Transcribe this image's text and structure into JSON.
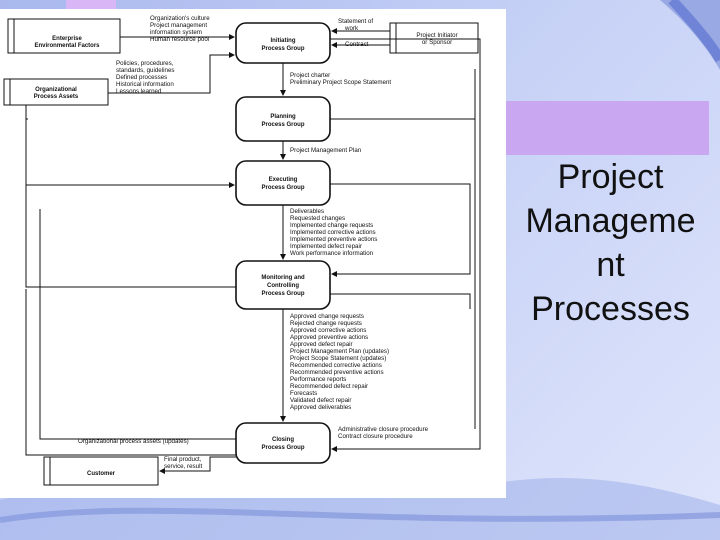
{
  "slide": {
    "title_lines": [
      "Project",
      "Manageme",
      "nt",
      "Processes"
    ]
  },
  "colors": {
    "background": "#c6d1f6",
    "accent_bar": "#c9a7f1",
    "diagram_bg": "#ffffff",
    "ink": "#111111"
  },
  "diagram": {
    "process_groups": {
      "initiating": [
        "Initiating",
        "Process Group"
      ],
      "planning": [
        "Planning",
        "Process Group"
      ],
      "executing": [
        "Executing",
        "Process Group"
      ],
      "monitoring": [
        "Monitoring and",
        "Controlling",
        "Process Group"
      ],
      "closing": [
        "Closing",
        "Process Group"
      ]
    },
    "external": {
      "enterprise": [
        "Enterprise",
        "Environmental Factors"
      ],
      "organizational": [
        "Organizational",
        "Process Assets"
      ],
      "sponsor": [
        "Project Initiator",
        "or Sponsor"
      ],
      "customer": "Customer"
    },
    "flows": {
      "enterprise_to_initiating": [
        "Organization's culture",
        "Project management",
        "information system",
        "Human resource pool"
      ],
      "sponsor_to_initiating_1": [
        "Statement of",
        "work"
      ],
      "sponsor_to_initiating_2": "Contract",
      "org_assets_to_initiating": [
        "Policies, procedures,",
        "standards, guidelines",
        "Defined processes",
        "Historical information",
        "Lessons learned"
      ],
      "initiating_to_planning": [
        "Project charter",
        "Preliminary Project Scope Statement"
      ],
      "planning_to_executing": "Project Management Plan",
      "executing_outputs": [
        "Deliverables",
        "Requested changes",
        "Implemented change requests",
        "Implemented corrective actions",
        "Implemented preventive actions",
        "Implemented defect repair",
        "Work performance information"
      ],
      "monitoring_outputs": [
        "Approved change requests",
        "Rejected change requests",
        "Approved corrective actions",
        "Approved preventive actions",
        "Approved defect repair",
        "Project Management Plan (updates)",
        "Project Scope Statement (updates)",
        "Recommended corrective actions",
        "Recommended preventive actions",
        "Performance reports",
        "Recommended defect repair",
        "Forecasts",
        "Validated defect repair",
        "Approved deliverables"
      ],
      "closing_inputs": [
        "Administrative closure procedure",
        "Contract closure procedure"
      ],
      "closing_to_org": "Organizational process assets (updates)",
      "closing_to_customer": [
        "Final product,",
        "service, result"
      ]
    }
  }
}
